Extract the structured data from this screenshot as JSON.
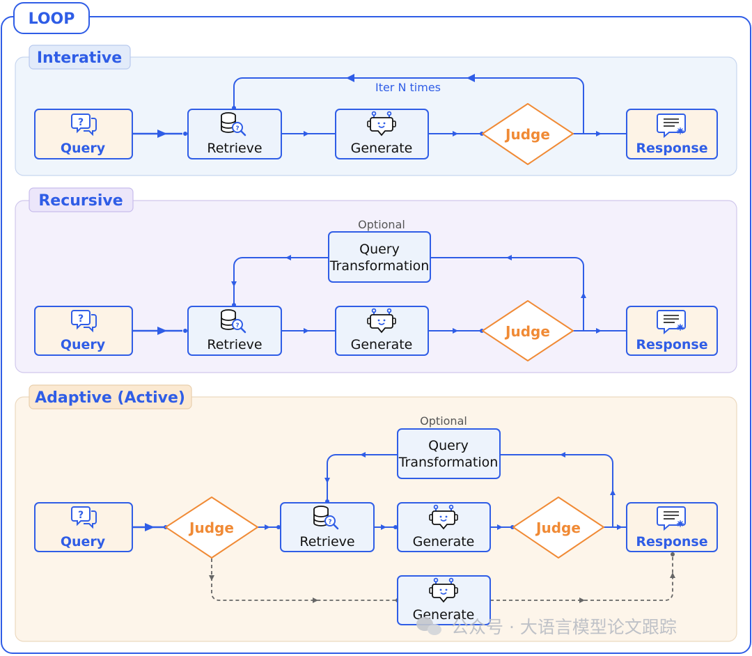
{
  "loop_title": "LOOP",
  "sections": {
    "iterative": {
      "title": "Interative",
      "query": "Query",
      "retrieve": "Retrieve",
      "generate": "Generate",
      "judge": "Judge",
      "response": "Response",
      "loop_label": "Iter N times"
    },
    "recursive": {
      "title": "Recursive",
      "query": "Query",
      "retrieve": "Retrieve",
      "generate": "Generate",
      "judge": "Judge",
      "response": "Response",
      "optional": "Optional",
      "transform_line1": "Query",
      "transform_line2": "Transformation"
    },
    "adaptive": {
      "title": "Adaptive (Active)",
      "query": "Query",
      "judge1": "Judge",
      "retrieve": "Retrieve",
      "generate": "Generate",
      "judge2": "Judge",
      "response": "Response",
      "optional": "Optional",
      "transform_line1": "Query",
      "transform_line2": "Transformation",
      "generate2": "Generate"
    }
  },
  "watermark": "公众号 · 大语言模型论文跟踪",
  "colors": {
    "blue": "#2f5de6",
    "orange": "#f08a35",
    "grey_dash": "#666666"
  },
  "icons": {
    "query": "question-bubble-icon",
    "retrieve": "database-search-icon",
    "generate": "robot-icon",
    "response": "document-bubble-icon"
  }
}
